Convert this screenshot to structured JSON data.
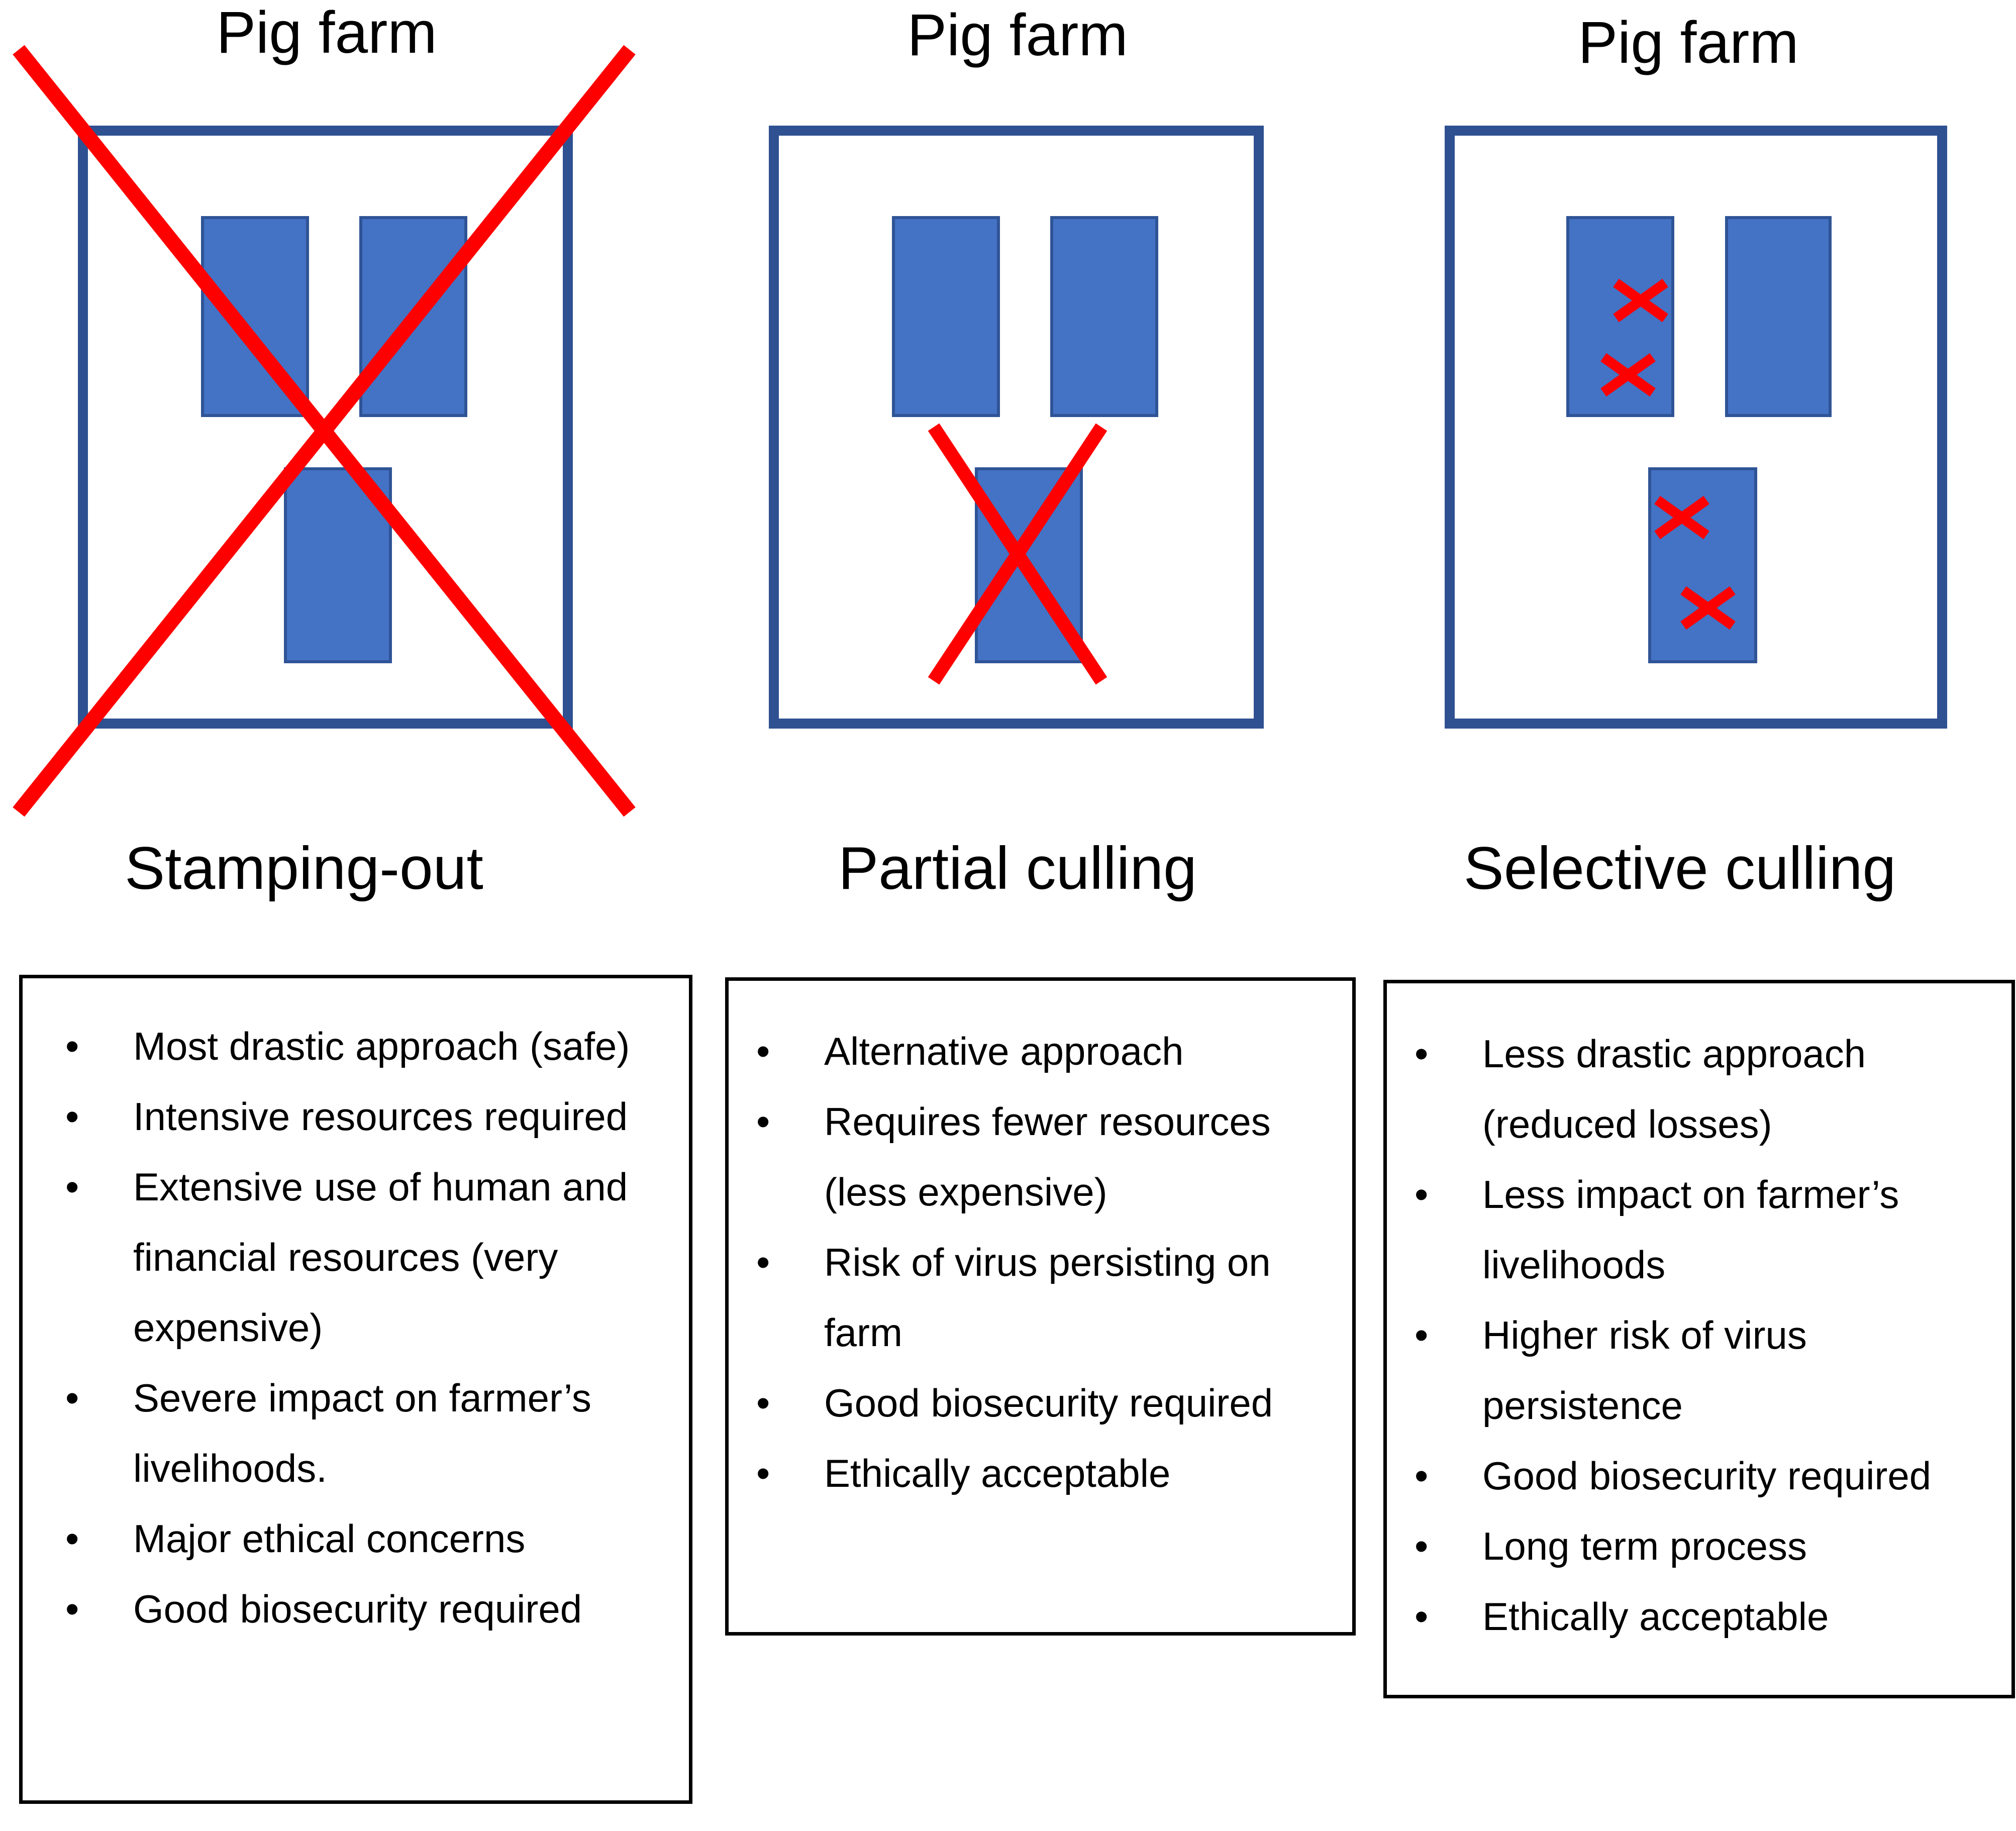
{
  "colors": {
    "pen_fill": "#4472C4",
    "pen_border": "#2F5496",
    "farm_border": "#2F5191",
    "cross_red": "#FF0000",
    "box_border": "#000000",
    "text": "#000000",
    "background": "#FFFFFF"
  },
  "columns": [
    {
      "farm_label": "Pig farm",
      "method_label": "Stamping-out",
      "crossed_out": "entire farm",
      "bullets": [
        "Most drastic approach (safe)",
        "Intensive resources required",
        "Extensive use of human and financial resources (very expensive)",
        "Severe impact on farmer’s livelihoods.",
        "Major ethical concerns",
        "Good biosecurity required"
      ]
    },
    {
      "farm_label": "Pig farm",
      "method_label": "Partial culling",
      "crossed_out": "one pen",
      "bullets": [
        "Alternative approach",
        "Requires fewer resources (less expensive)",
        "Risk of virus persisting on farm",
        "Good biosecurity required",
        "Ethically acceptable"
      ]
    },
    {
      "farm_label": "Pig farm",
      "method_label": "Selective culling",
      "crossed_out": "individual pigs",
      "bullets": [
        "Less drastic approach (reduced losses)",
        "Less impact on farmer’s livelihoods",
        "Higher risk of virus persistence",
        "Good biosecurity required",
        "Long term process",
        "Ethically acceptable"
      ]
    }
  ]
}
